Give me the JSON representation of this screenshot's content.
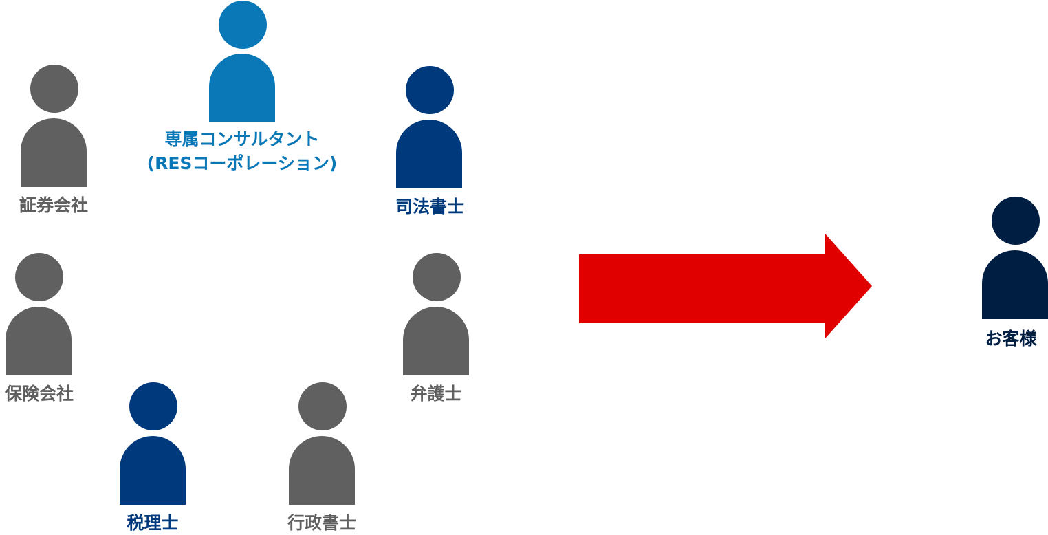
{
  "people": {
    "consultant": {
      "label_line1": "専属コンサルタント",
      "label_line2": "(RESコーポレーション)",
      "color": "#0a78b7"
    },
    "securities": {
      "label": "証券会社",
      "color": "#606060"
    },
    "judicial_scrivener": {
      "label": "司法書士",
      "color": "#003a7d"
    },
    "insurance": {
      "label": "保険会社",
      "color": "#606060"
    },
    "lawyer": {
      "label": "弁護士",
      "color": "#606060"
    },
    "tax_accountant": {
      "label": "税理士",
      "color": "#003a7d"
    },
    "administrative_scrivener": {
      "label": "行政書士",
      "color": "#606060"
    },
    "customer": {
      "label": "お客様",
      "color": "#001d42"
    }
  },
  "arrow": {
    "color": "#e00000"
  }
}
